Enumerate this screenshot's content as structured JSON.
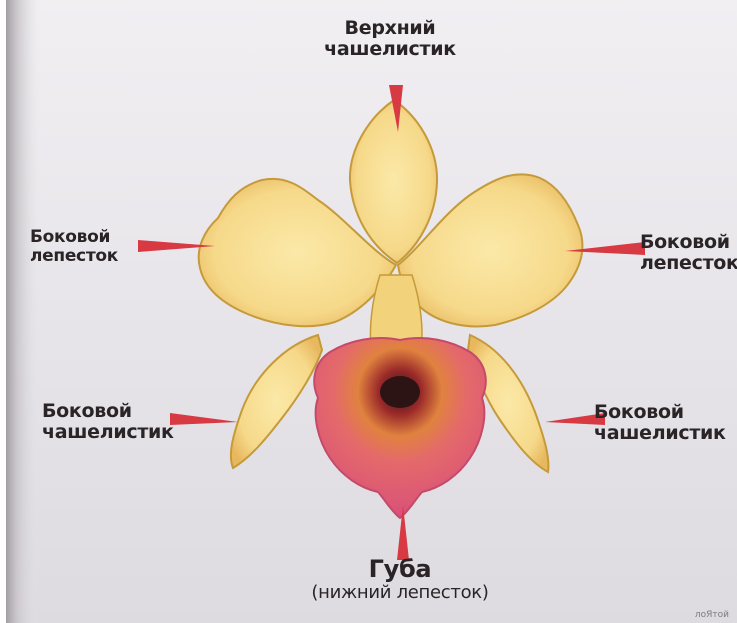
{
  "labels": {
    "upper_sepal": {
      "line1": "Верхний",
      "line2": "чашелистик"
    },
    "lateral_petal_left": {
      "line1": "Боковой",
      "line2": "лепесток"
    },
    "lateral_petal_right": {
      "line1": "Боковой",
      "line2": "лепесток"
    },
    "lateral_sepal_left": {
      "line1": "Боковой",
      "line2": "чашелистик"
    },
    "lateral_sepal_right": {
      "line1": "Боковой",
      "line2": "чашелистик"
    },
    "lip": {
      "line1": "Губа",
      "line2": "(нижний лепесток)"
    }
  },
  "watermark": "лоЯтой",
  "colors": {
    "background": "#e8e6ea",
    "pointer": "#d83a44",
    "petal": "#f6dc8c",
    "petal_edge": "#c59a3a",
    "lip": "#e06a78",
    "lip_center": "#3a1c1c",
    "text": "#2a2427"
  }
}
